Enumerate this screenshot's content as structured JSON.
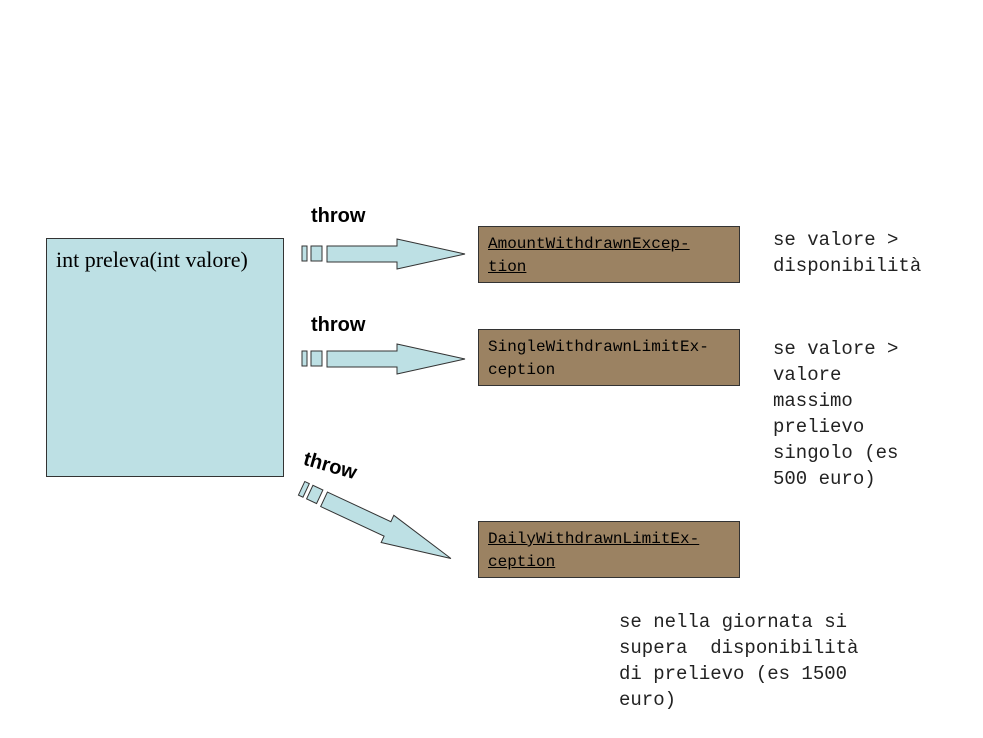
{
  "method": {
    "label": "int preleva(int valore)"
  },
  "throws": [
    {
      "label": "throw"
    },
    {
      "label": "throw"
    },
    {
      "label": "throw"
    }
  ],
  "exceptions": [
    {
      "text": "AmountWithdrawnExcep-\ntion"
    },
    {
      "text": "SingleWithdrawnLimitEx-\nception"
    },
    {
      "text": "DailyWithdrawnLimitEx-\nception"
    }
  ],
  "notes": [
    {
      "text": "se valore >\ndisponibilità"
    },
    {
      "text": "se valore >\nvalore\nmassimo\nprelievo\nsingolo (es\n500 euro)"
    },
    {
      "text": "se nella giornata si\nsupera  disponibilità\ndi prelievo (es 1500\neuro)"
    }
  ],
  "colors": {
    "method_fill": "#bde0e4",
    "arrow_fill": "#bde0e4",
    "exception_fill": "#9b8262",
    "outline": "#333333"
  }
}
